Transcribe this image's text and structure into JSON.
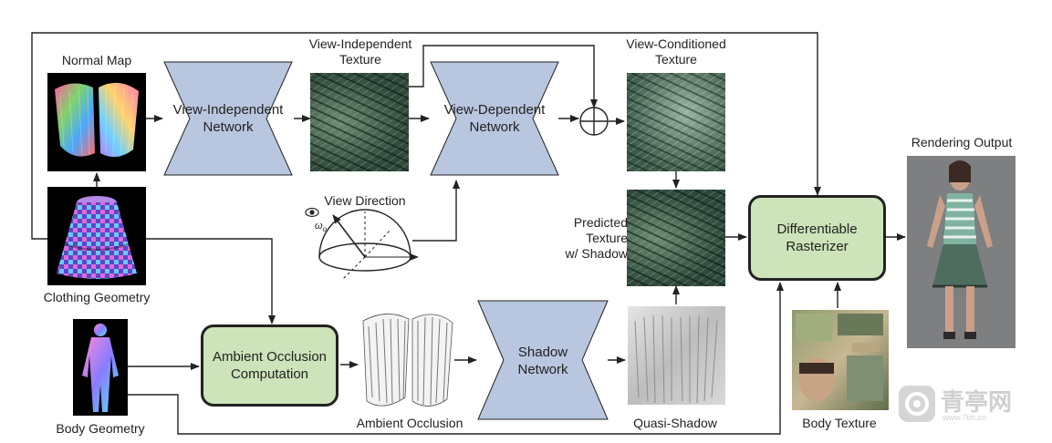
{
  "labels": {
    "normal_map": "Normal Map",
    "view_independent_texture": "View-Independent\nTexture",
    "view_conditioned_texture": "View-Conditioned\nTexture",
    "rendering_output": "Rendering Output",
    "view_direction": "View Direction",
    "omega": "ω",
    "omega_sub": "o",
    "predicted_texture": "Predicted\nTexture\nw/ Shadow",
    "clothing_geometry": "Clothing Geometry",
    "body_geometry": "Body Geometry",
    "ambient_occlusion": "Ambient Occlusion",
    "quasi_shadow": "Quasi-Shadow",
    "body_texture": "Body Texture"
  },
  "networks": {
    "view_independent": "View-Independent\nNetwork",
    "view_dependent": "View-Dependent\nNetwork",
    "shadow": "Shadow\nNetwork"
  },
  "boxes": {
    "ambient_occlusion_computation": "Ambient Occlusion\nComputation",
    "differentiable_rasterizer": "Differentiable\nRasterizer"
  },
  "watermark": {
    "name": "青亭网",
    "url": "www.7tin.cn"
  },
  "colors": {
    "network_fill": "#b9c6df",
    "box_fill": "#cde3b9",
    "stroke": "#222222",
    "rendering_bg": "#7d7f80"
  }
}
